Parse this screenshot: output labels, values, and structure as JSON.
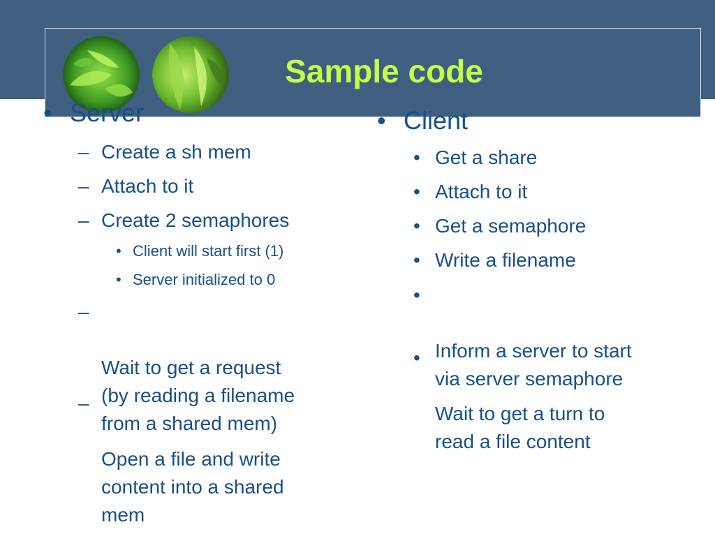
{
  "slide": {
    "title": "Sample code",
    "left_column": {
      "heading": "Server",
      "items": [
        {
          "marker": "–",
          "text": "Create a sh mem"
        },
        {
          "marker": "–",
          "text": "Attach to it"
        },
        {
          "marker": "–",
          "text": "Create 2 semaphores"
        },
        {
          "marker": "•",
          "text": "Client will start first (1)"
        },
        {
          "marker": "•",
          "text": "Server initialized to 0"
        },
        {
          "marker": "–",
          "text": "Wait to get a request\n(by reading a filename\nfrom a shared mem)"
        },
        {
          "marker": "–",
          "text": "Open a file and write\ncontent into a shared\nmem"
        }
      ]
    },
    "right_column": {
      "heading": "Client",
      "items": [
        {
          "marker": "•",
          "text": "Get a share"
        },
        {
          "marker": "•",
          "text": "Attach to it"
        },
        {
          "marker": "•",
          "text": "Get a semaphore"
        },
        {
          "marker": "•",
          "text": "Write a filename"
        },
        {
          "marker": "•",
          "text": "Inform a server to start\nvia server semaphore"
        },
        {
          "marker": "•",
          "text": "Wait to get a turn to\nread a file content"
        }
      ]
    },
    "bullet_heading_marker": "•",
    "colors": {
      "header_background": "#3f5f80",
      "title_color": "#c4ff4a",
      "text_color": "#174f8a",
      "frame_border": "#d9e2ec"
    }
  }
}
